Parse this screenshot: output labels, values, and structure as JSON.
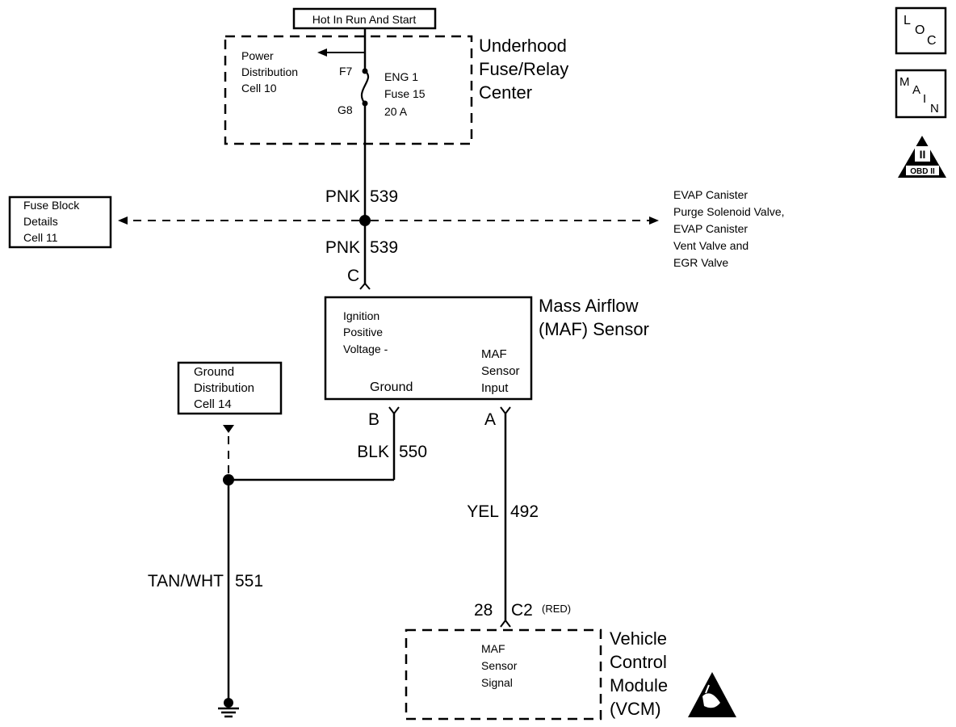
{
  "power": {
    "label": "Hot In Run And Start"
  },
  "fuse_center": {
    "title": [
      "Underhood",
      "Fuse/Relay",
      "Center"
    ],
    "power_distribution": [
      "Power",
      "Distribution",
      "Cell 10"
    ],
    "fuse_in_terminal": "F7",
    "fuse_out_terminal": "G8",
    "fuse_info": [
      "ENG 1",
      "Fuse 15",
      "20 A"
    ]
  },
  "wires": {
    "pnk_color": "PNK",
    "pnk_circuit": "539",
    "blk_color": "BLK",
    "blk_circuit": "550",
    "yel_color": "YEL",
    "yel_circuit": "492",
    "tan_color": "TAN/WHT",
    "tan_circuit": "551"
  },
  "refs": {
    "fuse_block": [
      "Fuse Block",
      "Details",
      "Cell 11"
    ],
    "ground_distribution": [
      "Ground",
      "Distribution",
      "Cell 14"
    ],
    "evap": [
      "EVAP Canister",
      "Purge Solenoid Valve,",
      "EVAP Canister",
      "Vent Valve and",
      "EGR Valve"
    ]
  },
  "maf": {
    "title": [
      "Mass Airflow",
      "(MAF) Sensor"
    ],
    "ign_label": [
      "Ignition",
      "Positive",
      "Voltage -"
    ],
    "ground_label": "Ground",
    "input_label": [
      "MAF",
      "Sensor",
      "Input"
    ],
    "pin_c": "C",
    "pin_b": "B",
    "pin_a": "A"
  },
  "vcm": {
    "title": [
      "Vehicle",
      "Control",
      "Module",
      "(VCM)"
    ],
    "signal_label": [
      "MAF",
      "Sensor",
      "Signal"
    ],
    "pin": "28",
    "connector": "C2",
    "connector_color": "(RED)"
  },
  "badges": {
    "loc": [
      "L",
      "O",
      "C"
    ],
    "main": [
      "M",
      "A",
      "I",
      "N"
    ],
    "obd_roman": "II",
    "obd_text": "OBD II"
  }
}
